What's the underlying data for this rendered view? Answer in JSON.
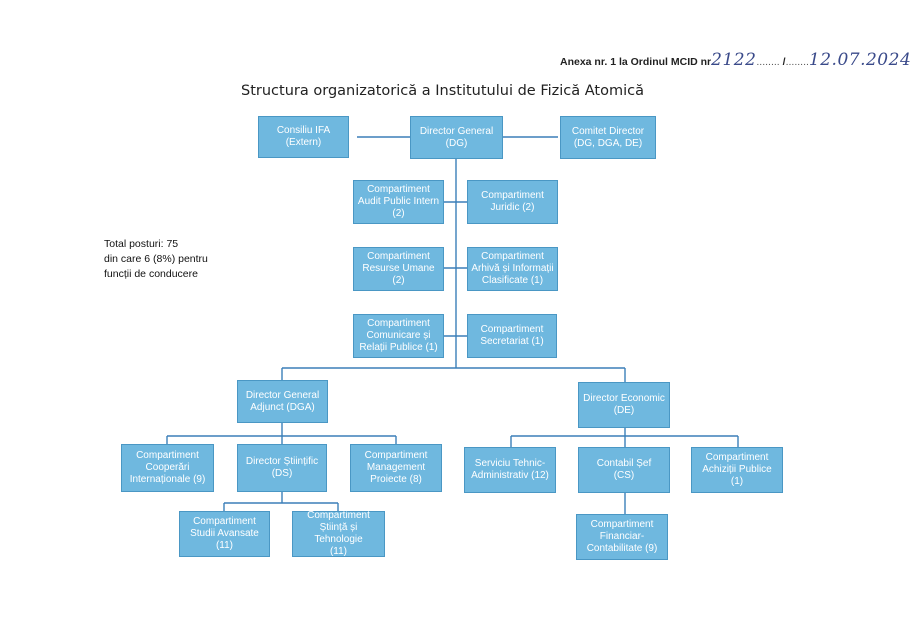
{
  "header": {
    "annex": "Anexa nr. 1 la Ordinul MCID nr",
    "number": "2122",
    "separator": "/",
    "date": "12.07.2024",
    "dots": "........"
  },
  "title": "Structura organizatorică a Institutului de Fizică Atomică",
  "note": {
    "line1": "Total posturi: 75",
    "line2": "din care 6 (8%) pentru",
    "line3": "funcții de conducere"
  },
  "nodes": {
    "consiliu": "Consiliu IFA\n(Extern)",
    "dg": "Director General\n(DG)",
    "comitet": "Comitet Director\n(DG, DGA, DE)",
    "audit": "Compartiment\nAudit Public Intern\n(2)",
    "juridic": "Compartiment\nJuridic (2)",
    "resurse": "Compartiment\nResurse Umane (2)",
    "arhiva": "Compartiment\nArhivă și Informații\nClasificate (1)",
    "comunicare": "Compartiment\nComunicare și\nRelații Publice (1)",
    "secretariat": "Compartiment\nSecretariat (1)",
    "dga": "Director General\nAdjunct (DGA)",
    "de": "Director Economic\n(DE)",
    "cooperari": "Compartiment\nCooperări\nInternaționale (9)",
    "ds": "Director Științific\n(DS)",
    "management": "Compartiment\nManagement\nProiecte (8)",
    "serviciu": "Serviciu Tehnic-\nAdministrativ (12)",
    "contabil": "Contabil Șef\n(CS)",
    "achizitii": "Compartiment\nAchiziții Publice (1)",
    "studii": "Compartiment\nStudii Avansate\n(11)",
    "stiinta": "Compartiment\nȘtiință și Tehnologie\n(11)",
    "financiar": "Compartiment\nFinanciar-\nContabilitate (9)"
  }
}
